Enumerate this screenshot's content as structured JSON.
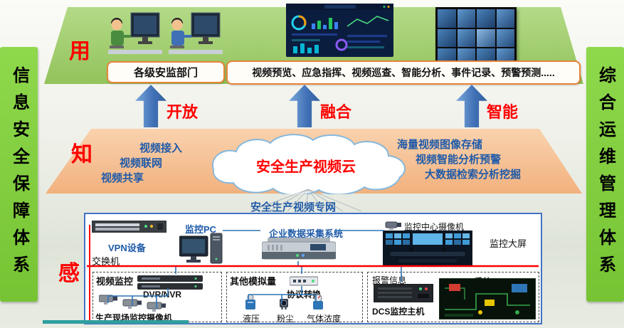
{
  "colors": {
    "accent_green": "#82d33e",
    "platform_green": "#a2cf6b",
    "platform_salmon": "#f6c49d",
    "arrow_blue": "#4472c4",
    "text_blue": "#1f5aa8",
    "highlight_red": "#ff0000",
    "border_orange": "#e8843a"
  },
  "side_bars": {
    "left": "信息安全保障体系",
    "right": "综合运维管理体系"
  },
  "layer_labels": {
    "use": "用",
    "know": "知",
    "sense": "感"
  },
  "top_layer": {
    "dept_box": "各级安监部门",
    "functions_box": "视频预览、应急指挥、视频巡查、智能分析、事件记录、预警预测....."
  },
  "arrows": [
    {
      "label": "开放"
    },
    {
      "label": "融合"
    },
    {
      "label": "智能"
    }
  ],
  "cloud": {
    "title": "安全生产视频云",
    "left_items": [
      "视频接入",
      "视频联网",
      "视频共享"
    ],
    "right_items": [
      "海量视频图像存储",
      "视频智能分析预警",
      "大数据检索分析挖掘"
    ]
  },
  "network_label": "安全生产视频专网",
  "perception": {
    "switch": "交换机",
    "vpn": "VPN设备",
    "monitor_pc": "监控PC",
    "data_system": "企业数据采集系统",
    "center_camera": "监控中心摄像机",
    "big_screen": "监控大屏",
    "video_group": {
      "title": "视频监控",
      "dvr": "DVR/NVR",
      "cameras": "生产现场监控摄像机"
    },
    "analog_group": {
      "title": "其他模拟量",
      "converter": "协议转换",
      "sensors": [
        "液压",
        "粉尘",
        "气体浓度"
      ]
    },
    "dcs_group": {
      "alarm": "报警信息",
      "dcs": "DCS系统",
      "host": "DCS监控主机"
    }
  }
}
